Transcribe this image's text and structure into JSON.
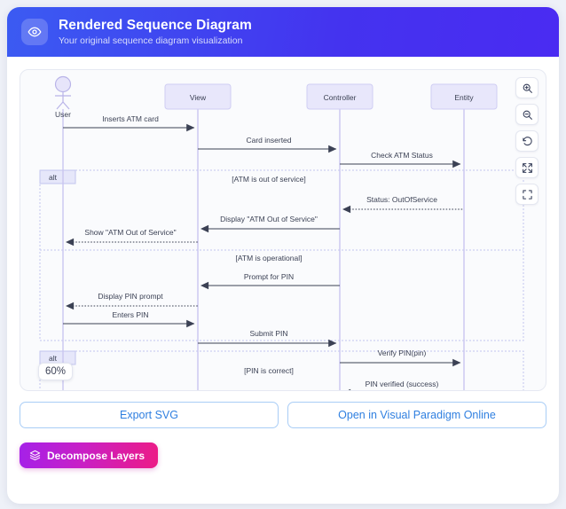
{
  "header": {
    "title": "Rendered Sequence Diagram",
    "subtitle": "Your original sequence diagram visualization",
    "icon": "eye-icon",
    "gradient_from": "#3b5bf2",
    "gradient_to": "#4a2bf2"
  },
  "controls": [
    {
      "name": "zoom-in-button",
      "icon": "magnifier-plus-icon"
    },
    {
      "name": "zoom-out-button",
      "icon": "magnifier-minus-icon"
    },
    {
      "name": "reset-view-button",
      "icon": "rotate-ccw-icon"
    },
    {
      "name": "fit-to-screen-button",
      "icon": "expand-arrows-icon"
    },
    {
      "name": "fullscreen-button",
      "icon": "fullscreen-frame-icon"
    }
  ],
  "zoom_level": "60%",
  "actions": {
    "export_svg": "Export SVG",
    "open_online": "Open in Visual Paradigm Online",
    "decompose": "Decompose Layers",
    "decompose_icon": "layers-icon"
  },
  "diagram": {
    "type": "uml-sequence-diagram",
    "actor": {
      "label": "User",
      "shape": "stick-figure"
    },
    "participants": [
      {
        "label": "View"
      },
      {
        "label": "Controller"
      },
      {
        "label": "Entity"
      }
    ],
    "fragments": [
      {
        "label": "alt",
        "conditions": [
          "[ATM is out of service]",
          "[ATM is operational]"
        ]
      },
      {
        "label": "alt",
        "conditions": [
          "[PIN is correct]"
        ]
      }
    ],
    "messages": [
      {
        "text": "Inserts ATM card",
        "from": "User",
        "to": "View",
        "style": "solid",
        "dir": "right"
      },
      {
        "text": "Card inserted",
        "from": "View",
        "to": "Controller",
        "style": "solid",
        "dir": "right"
      },
      {
        "text": "Check ATM Status",
        "from": "Controller",
        "to": "Entity",
        "style": "solid",
        "dir": "right"
      },
      {
        "text": "[ATM is out of service]",
        "from": "",
        "to": "",
        "style": "condition",
        "dir": ""
      },
      {
        "text": "Status: OutOfService",
        "from": "Entity",
        "to": "Controller",
        "style": "dotted",
        "dir": "left"
      },
      {
        "text": "Display \"ATM Out of Service\"",
        "from": "Controller",
        "to": "View",
        "style": "solid",
        "dir": "left"
      },
      {
        "text": "Show \"ATM Out of Service\"",
        "from": "View",
        "to": "User",
        "style": "dotted",
        "dir": "left"
      },
      {
        "text": "[ATM is operational]",
        "from": "",
        "to": "",
        "style": "condition",
        "dir": ""
      },
      {
        "text": "Prompt for PIN",
        "from": "Controller",
        "to": "View",
        "style": "solid",
        "dir": "left"
      },
      {
        "text": "Display PIN prompt",
        "from": "View",
        "to": "User",
        "style": "dotted",
        "dir": "left"
      },
      {
        "text": "Enters PIN",
        "from": "User",
        "to": "View",
        "style": "solid",
        "dir": "right"
      },
      {
        "text": "Submit PIN",
        "from": "View",
        "to": "Controller",
        "style": "solid",
        "dir": "right"
      },
      {
        "text": "Verify PIN(pin)",
        "from": "Controller",
        "to": "Entity",
        "style": "solid",
        "dir": "right"
      },
      {
        "text": "[PIN is correct]",
        "from": "",
        "to": "",
        "style": "condition",
        "dir": ""
      },
      {
        "text": "PIN verified (success)",
        "from": "Entity",
        "to": "Controller",
        "style": "dotted",
        "dir": "left"
      }
    ]
  }
}
